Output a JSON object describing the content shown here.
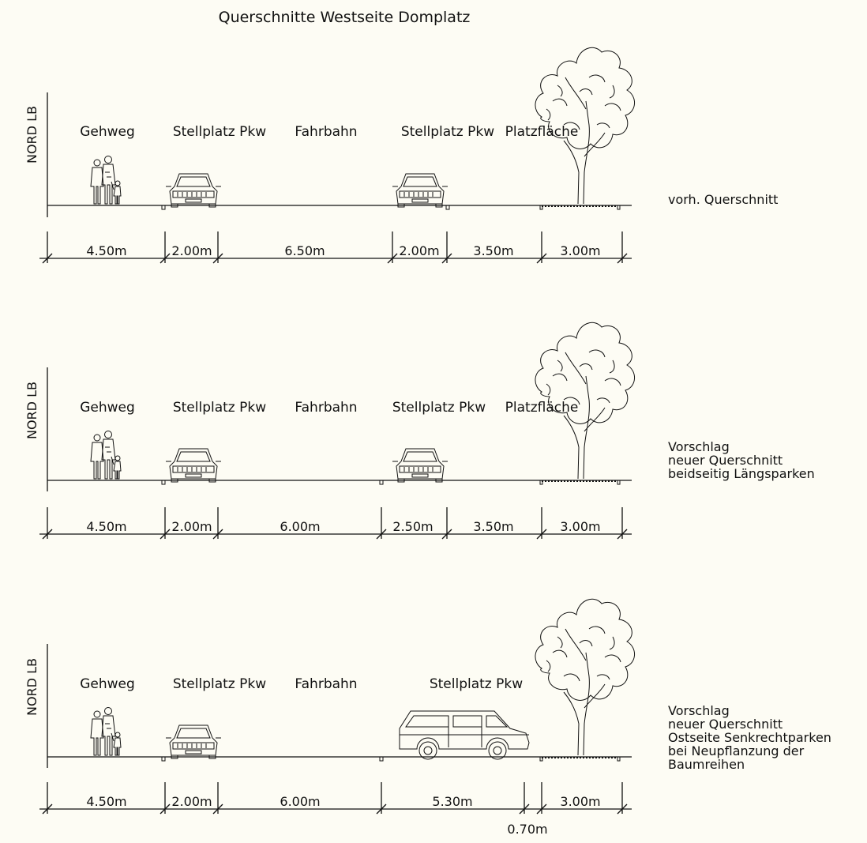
{
  "title": "Querschnitte Westseite Domplatz",
  "sections": [
    {
      "side_label": "NORD LB",
      "labels": [
        "Gehweg",
        "Stellplatz Pkw",
        "Fahrbahn",
        "Stellplatz Pkw",
        "Platzfläche"
      ],
      "description": [
        "vorh. Querschnitt"
      ],
      "dimensions": [
        "4.50m",
        "2.00m",
        "6.50m",
        "2.00m",
        "3.50m",
        "3.00m"
      ],
      "extra_dimension": ""
    },
    {
      "side_label": "NORD LB",
      "labels": [
        "Gehweg",
        "Stellplatz Pkw",
        "Fahrbahn",
        "Stellplatz Pkw",
        "Platzfläche"
      ],
      "description": [
        "Vorschlag",
        "neuer Querschnitt",
        "beidseitig Längsparken"
      ],
      "dimensions": [
        "4.50m",
        "2.00m",
        "6.00m",
        "2.50m",
        "3.50m",
        "3.00m"
      ],
      "extra_dimension": ""
    },
    {
      "side_label": "NORD LB",
      "labels": [
        "Gehweg",
        "Stellplatz Pkw",
        "Fahrbahn",
        "Stellplatz Pkw"
      ],
      "description": [
        "Vorschlag",
        "neuer Querschnitt",
        "Ostseite Senkrechtparken",
        "bei Neupflanzung der",
        "Baumreihen"
      ],
      "dimensions": [
        "4.50m",
        "2.00m",
        "6.00m",
        "5.30m",
        "",
        "3.00m"
      ],
      "extra_dimension": "0.70m"
    }
  ],
  "icons": {
    "pedestrians": "pedestrian-group-icon",
    "car_front": "car-front-icon",
    "car_side": "station-wagon-side-icon",
    "tree": "tree-icon"
  }
}
